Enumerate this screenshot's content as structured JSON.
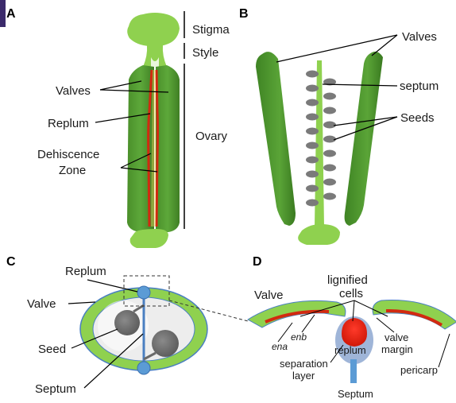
{
  "panels": {
    "a": {
      "letter": "A",
      "labels": {
        "stigma": "Stigma",
        "style": "Style",
        "ovary": "Ovary",
        "valves": "Valves",
        "replum": "Replum",
        "dehiscence_line1": "Dehiscence",
        "dehiscence_line2": "Zone"
      }
    },
    "b": {
      "letter": "B",
      "labels": {
        "valves": "Valves",
        "septum": "septum",
        "seeds": "Seeds"
      }
    },
    "c": {
      "letter": "C",
      "labels": {
        "replum": "Replum",
        "valve": "Valve",
        "seed": "Seed",
        "septum": "Septum"
      }
    },
    "d": {
      "letter": "D",
      "labels": {
        "valve": "Valve",
        "lignified_line1": "lignified",
        "lignified_line2": "cells",
        "ena": "ena",
        "enb": "enb",
        "replum": "replum",
        "separation_line1": "separation",
        "separation_line2": "layer",
        "septum": "Septum",
        "valve_margin_line1": "valve",
        "valve_margin_line2": "margin",
        "pericarp": "pericarp"
      }
    }
  },
  "colors": {
    "valve_green": "#4e9a2e",
    "light_green": "#8fd14f",
    "replum_red": "#e02010",
    "seed_gray": "#6f6f6f",
    "septum_blue": "#5b9bd5",
    "outline_blue": "#4a7fc1"
  }
}
